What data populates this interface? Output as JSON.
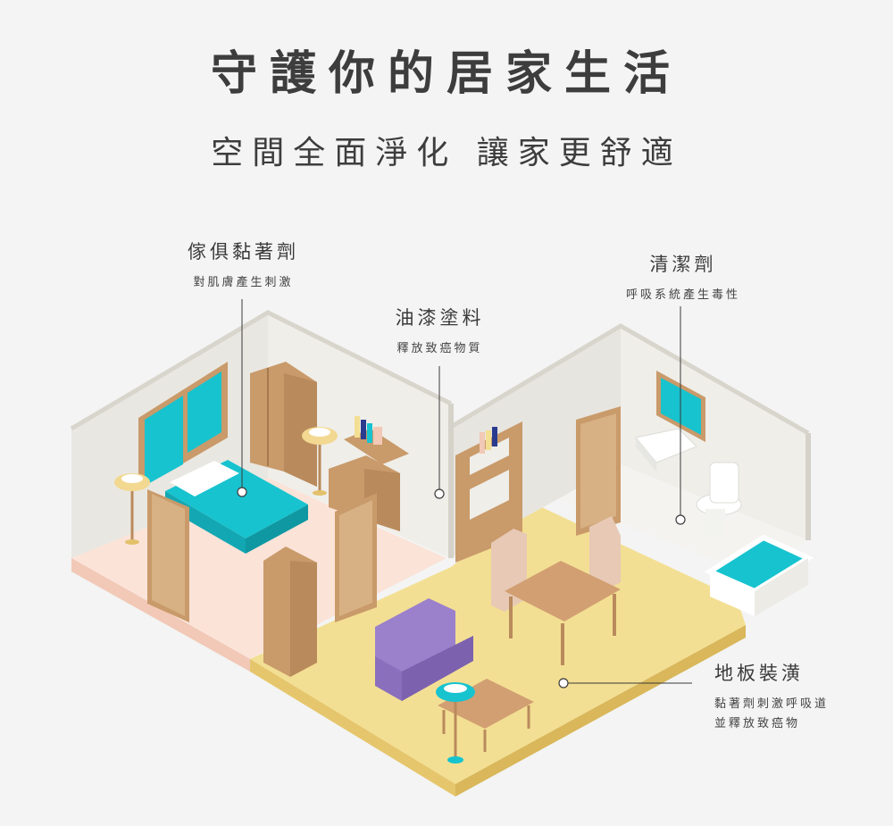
{
  "header": {
    "title": "守護你的居家生活",
    "subtitle": "空間全面淨化 讓家更舒適"
  },
  "callouts": {
    "furniture": {
      "title": "傢俱黏著劑",
      "desc": "對肌膚產生刺激"
    },
    "paint": {
      "title": "油漆塗料",
      "desc": "釋放致癌物質"
    },
    "cleaner": {
      "title": "清潔劑",
      "desc": "呼吸系統產生毒性"
    },
    "flooring": {
      "title": "地板裝潢",
      "desc_line1": "黏著劑刺激呼吸道",
      "desc_line2": "並釋放致癌物"
    }
  },
  "colors": {
    "background": "#f3f4f3",
    "wall": "#ecebe6",
    "floor_living": "#f3df93",
    "floor_bedroom": "#fbe3d8",
    "floor_bathroom": "#f4f3ef",
    "wood": "#c99a6a",
    "teal": "#17c3cf",
    "sofa": "#9b80cc"
  }
}
